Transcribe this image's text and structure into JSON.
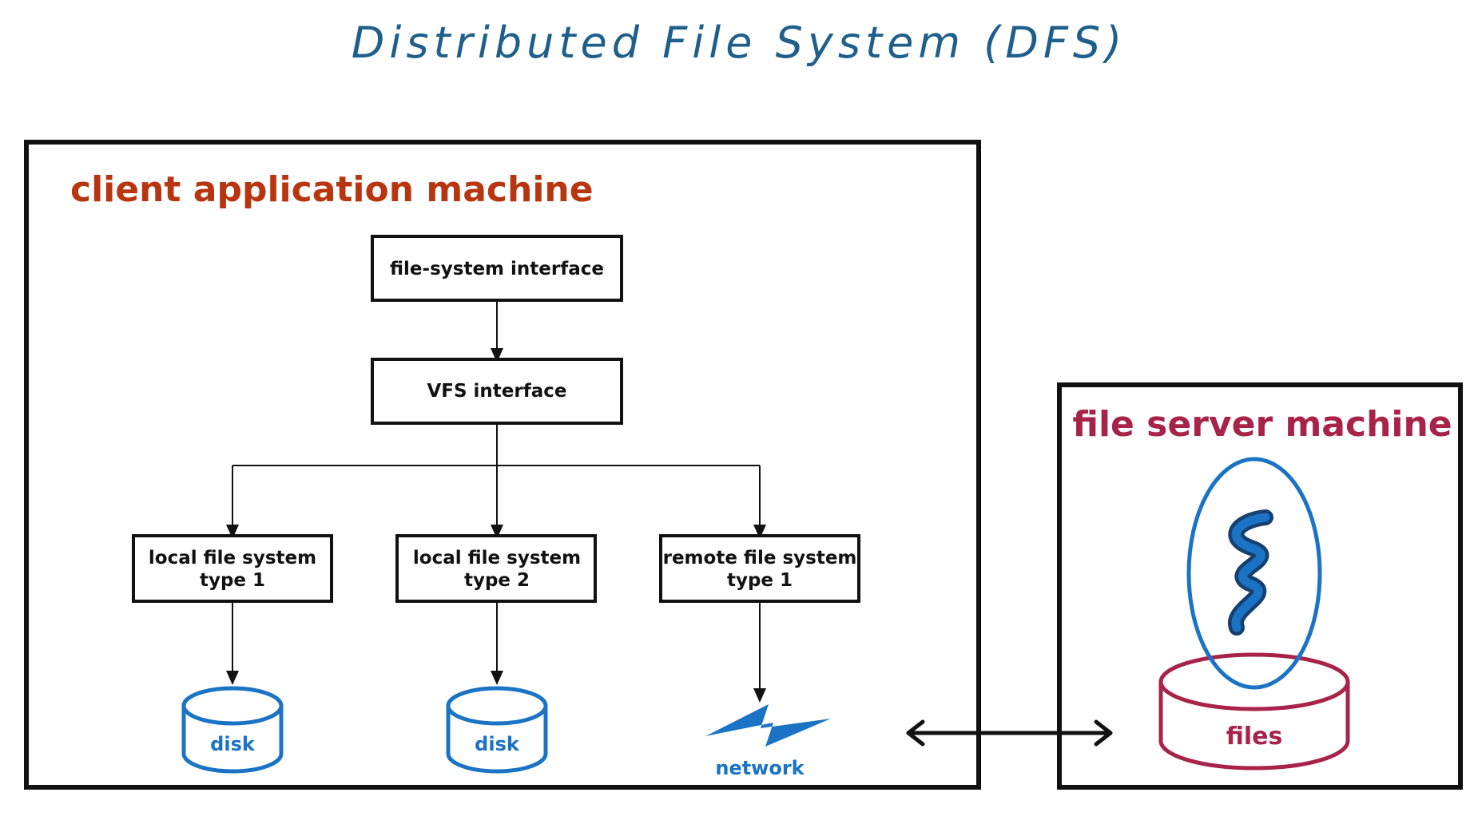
{
  "title": "Distributed File System (DFS)",
  "colors": {
    "title": "#1f5f8b",
    "client_label": "#b8360f",
    "server": "#a8234a",
    "blue": "#1a73c4",
    "dark_blue": "#17406e",
    "black": "#111111"
  },
  "client": {
    "label": "client application machine",
    "fs_interface": "file-system interface",
    "vfs_interface": "VFS interface",
    "local_fs_1": {
      "line1": "local file system",
      "line2": "type 1"
    },
    "local_fs_2": {
      "line1": "local file system",
      "line2": "type 2"
    },
    "remote_fs_1": {
      "line1": "remote file system",
      "line2": "type 1"
    },
    "disk1": "disk",
    "disk2": "disk",
    "network": "network"
  },
  "server": {
    "label": "file server machine",
    "files": "files"
  }
}
